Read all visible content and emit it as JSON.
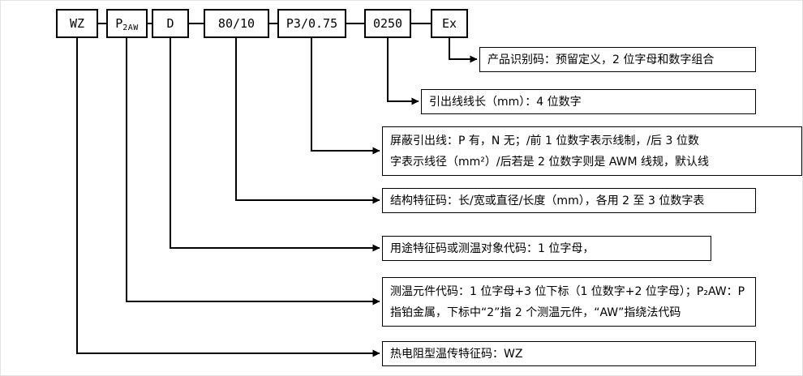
{
  "colors": {
    "line": "#000000",
    "box_border": "#000000",
    "background": "#ffffff"
  },
  "code_boxes": [
    {
      "label": "WZ"
    },
    {
      "label": "P",
      "sub": "2AW"
    },
    {
      "label": "D"
    },
    {
      "label": "80/10"
    },
    {
      "label": "P3/0.75"
    },
    {
      "label": "0250"
    },
    {
      "label": "Ex"
    }
  ],
  "descriptions": [
    {
      "lines": [
        "产品识别码：预留定义，2 位字母和数字组合"
      ]
    },
    {
      "lines": [
        "引出线线长（mm）：4 位数字"
      ]
    },
    {
      "lines": [
        "屏蔽引出线：P 有，N 无；/前 1 位数字表示线制，/后 3 位数",
        "字表示线径（mm²）/后若是 2 位数字则是 AWM 线规，默认线"
      ]
    },
    {
      "lines": [
        "结构特征码：长/宽或直径/长度（mm），各用 2 至 3 位数字表"
      ]
    },
    {
      "lines": [
        "用途特征码或测温对象代码：1 位字母，"
      ]
    },
    {
      "lines": [
        "测温元件代码：1 位字母+3 位下标（1 位数字+2 位字母）；P₂AW：P",
        "指铂金属，下标中“2”指 2 个测温元件，“AW”指绕法代码"
      ]
    },
    {
      "lines": [
        "热电阻型温传特征码：WZ"
      ]
    }
  ]
}
